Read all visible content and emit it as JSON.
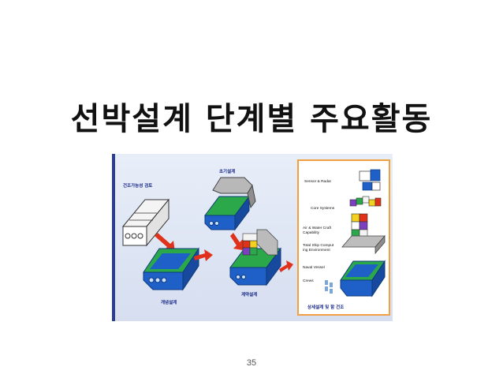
{
  "slide": {
    "title": "선박설계 단계별 주요활동",
    "page_number": "35"
  },
  "figure": {
    "stages": [
      {
        "label": "건조가능성 검토"
      },
      {
        "label": "초기설계"
      },
      {
        "label": "개념설계"
      },
      {
        "label": "계약설계"
      },
      {
        "label": "상세설계 및 함 건조"
      }
    ],
    "components": [
      {
        "label": "Sensor & Radar"
      },
      {
        "label": "Core Systems"
      },
      {
        "label": "Air & Water Craft"
      },
      {
        "label": "Capability"
      },
      {
        "label": "Total Ship Comput"
      },
      {
        "label": "ing Environment"
      },
      {
        "label": "Naval Vessel"
      },
      {
        "label": "Crews"
      }
    ],
    "colors": {
      "hull_blue": "#1f5fc8",
      "stud_green": "#2aa84a",
      "arrow_red": "#e0311a",
      "border_orange": "#f0a040"
    }
  }
}
